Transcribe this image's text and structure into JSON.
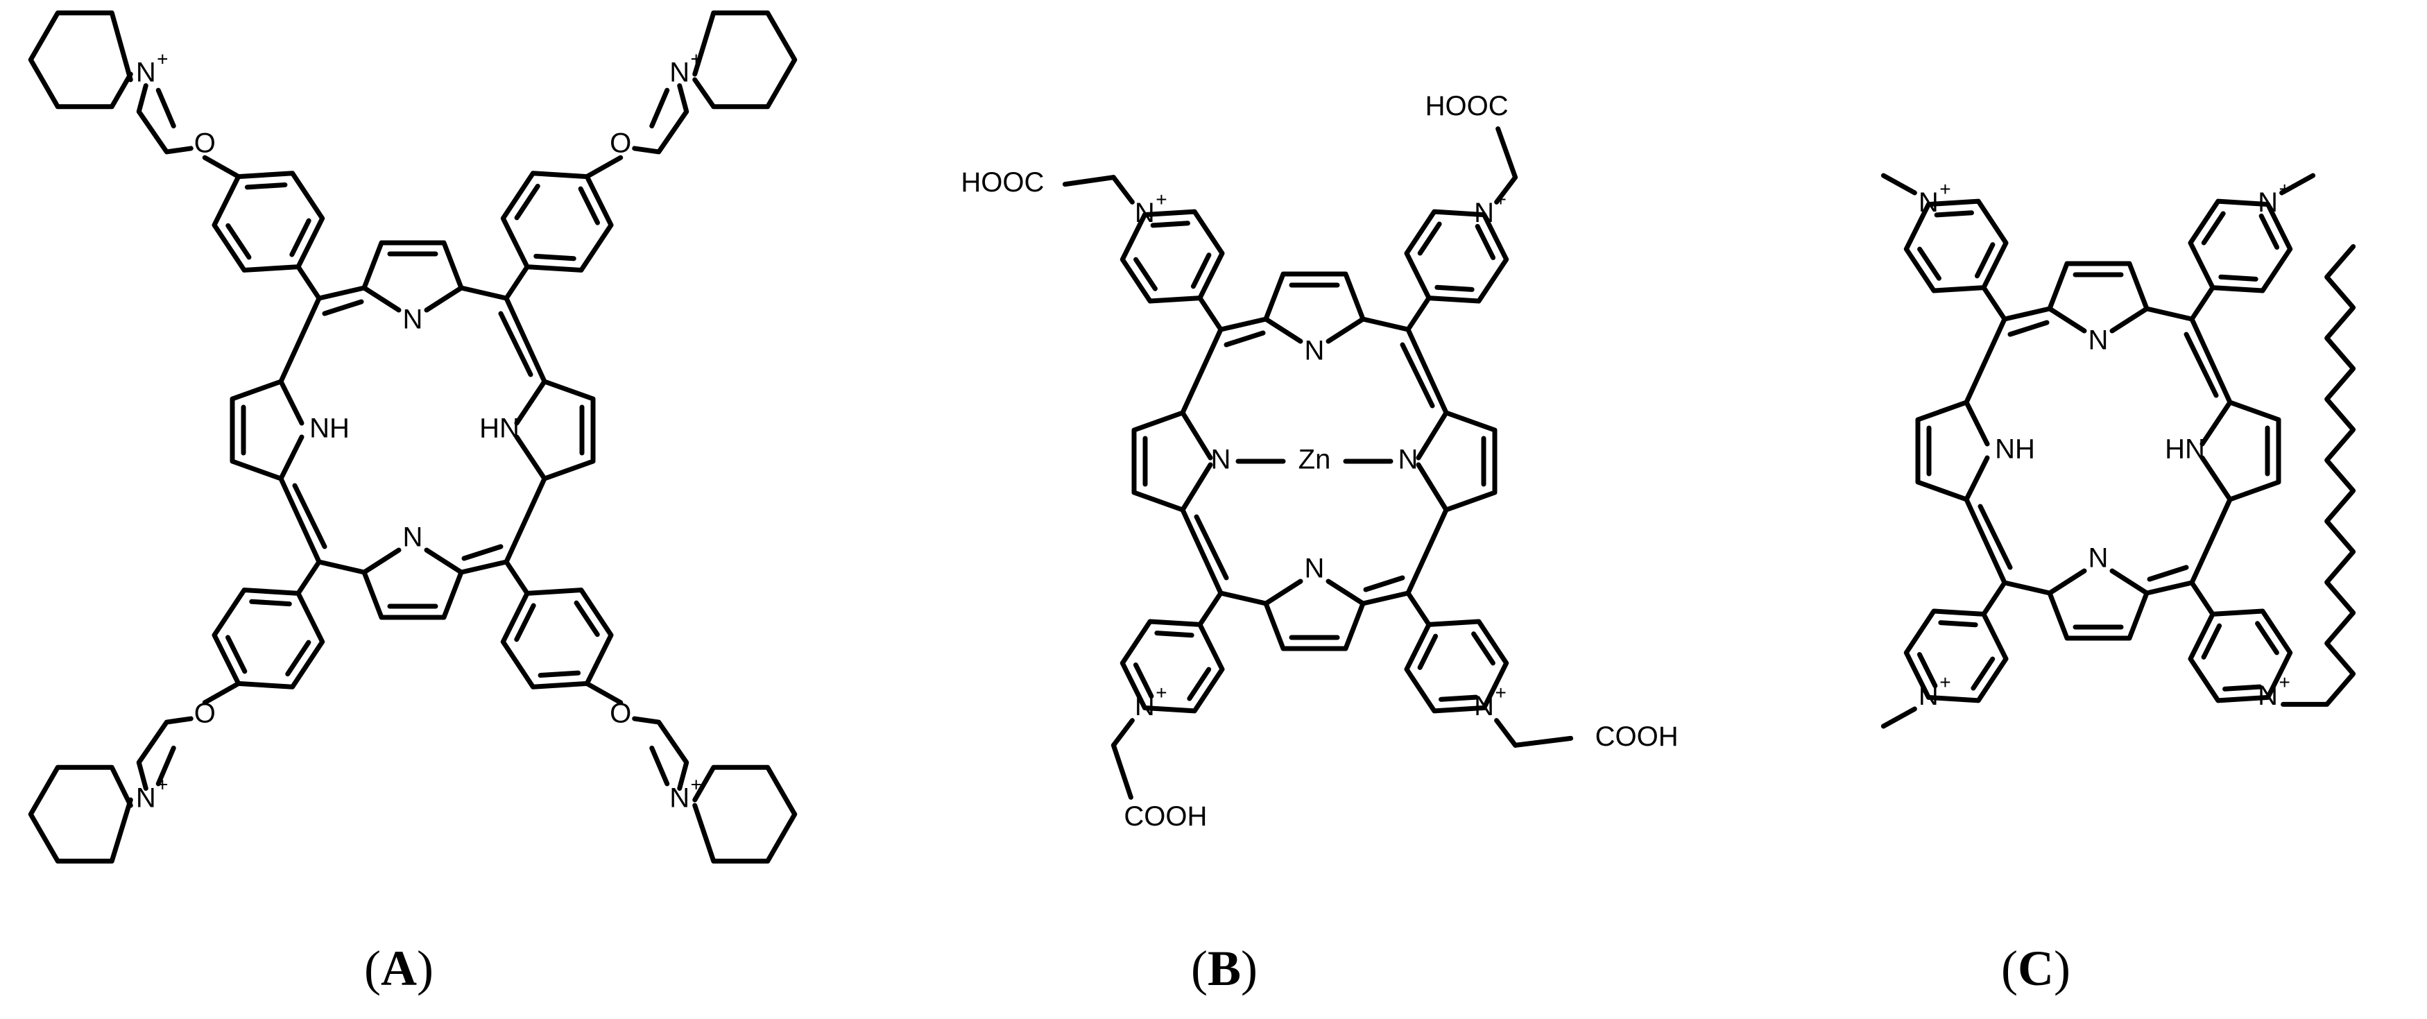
{
  "atoms": {
    "N": "N",
    "NH": "NH",
    "HN": "HN",
    "O": "O",
    "Zn": "Zn",
    "COOH": "COOH",
    "HOOC": "HOOC",
    "plus": "+"
  },
  "structures": [
    {
      "label_open": "(",
      "label": "A",
      "label_close": ")"
    },
    {
      "label_open": "(",
      "label": "B",
      "label_close": ")"
    },
    {
      "label_open": "(",
      "label": "C",
      "label_close": ")"
    }
  ]
}
